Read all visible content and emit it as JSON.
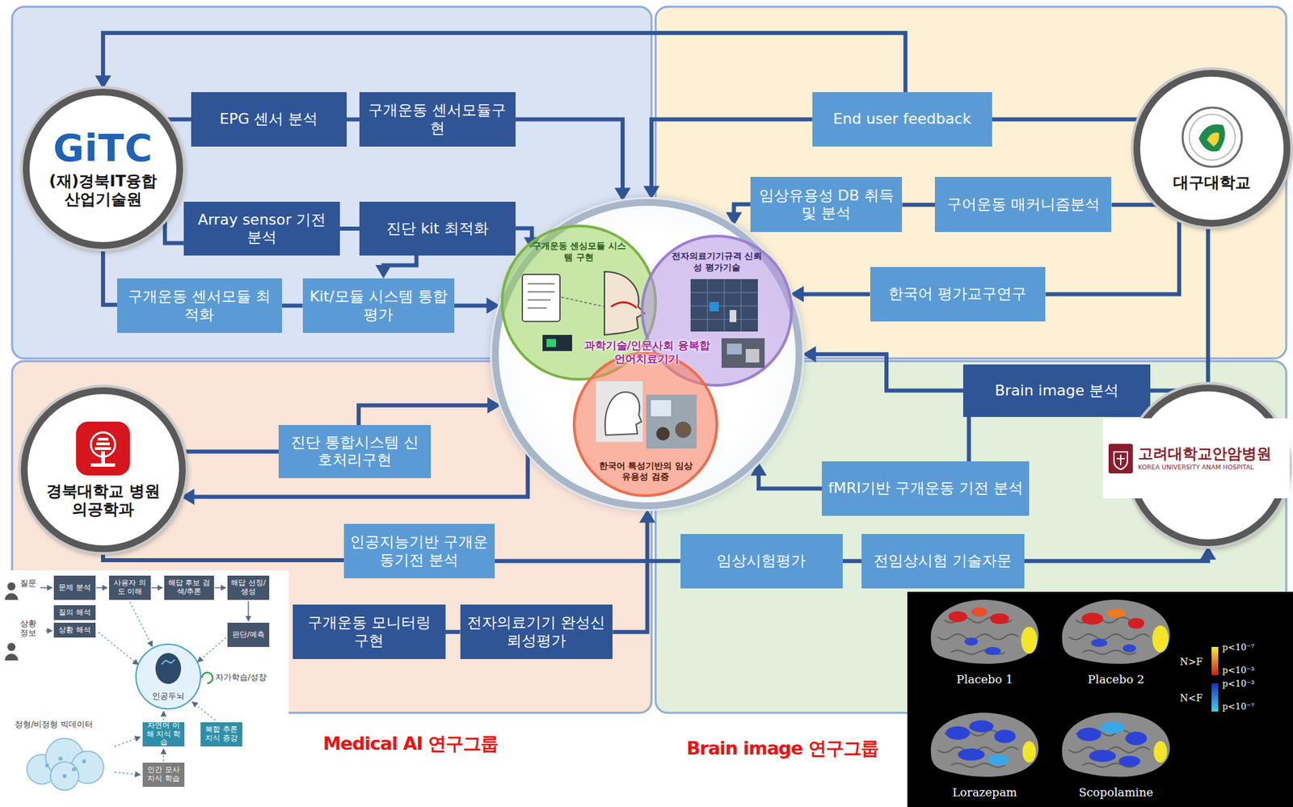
{
  "diagram": {
    "nodes": [
      {
        "text": [
          "GiTC",
          "(재)경북IT융합 산업기술원"
        ]
      },
      {
        "text": [
          "EPG 센서 분석"
        ]
      },
      {
        "text": [
          "구개운동 센서모듈구현"
        ]
      },
      {
        "text": [
          "Array sensor 기전 분석"
        ]
      },
      {
        "text": [
          "진단 kit 최적화"
        ]
      },
      {
        "text": [
          "구개운동 센서모듈 최적화"
        ]
      },
      {
        "text": [
          "Kit/모듈 시스템 통합평가"
        ]
      },
      {
        "text": [
          "End user feedback"
        ]
      },
      {
        "text": [
          "대구대학교"
        ]
      },
      {
        "text": [
          "임상유용성 DB 취득 및 분석"
        ]
      },
      {
        "text": [
          "구어운동 매커니즘분석"
        ]
      },
      {
        "text": [
          "한국어 평가교구연구"
        ]
      },
      {
        "text": [
          "과학기술/인문사회 융복합 언어치료기기"
        ]
      },
      {
        "text": [
          "구개운동 센싱모듈 시스템 구현"
        ],
        "in": 12
      },
      {
        "text": [
          "전자의료기기규격 신뢰성 평가기술"
        ],
        "in": 12
      },
      {
        "text": [
          "한국어 특성기반의 임상 유용성 검증"
        ],
        "in": 12
      },
      {
        "text": [
          "Brain image 분석"
        ]
      },
      {
        "text": [
          "고려대학교안암병원",
          "KOREA UNIVERSITY ANAM HOSPITAL"
        ]
      },
      {
        "text": [
          "경북대학교 병원 의공학과"
        ]
      },
      {
        "text": [
          "진단 통합시스템 신호처리구현"
        ]
      },
      {
        "text": [
          "fMRI기반 구개운동 기전 분석"
        ]
      },
      {
        "text": [
          "인공지능기반 구개운동기전 분석"
        ]
      },
      {
        "text": [
          "임상시험평가"
        ]
      },
      {
        "text": [
          "전임상시험 기술자문"
        ]
      },
      {
        "text": [
          "구개운동 모니터링 구현"
        ]
      },
      {
        "text": [
          "전자의료기기 완성신뢰성평가"
        ]
      }
    ],
    "edges": [
      {
        "from": 0,
        "to": 1,
        "arrow": "none"
      },
      {
        "from": 1,
        "to": 2,
        "arrow": "none"
      },
      {
        "from": 2,
        "to": 12,
        "arrow": "to"
      },
      {
        "from": 0,
        "to": 3,
        "arrow": "none"
      },
      {
        "from": 3,
        "to": 4,
        "arrow": "none"
      },
      {
        "from": 4,
        "to": 12,
        "arrow": "to"
      },
      {
        "from": 4,
        "to": 6,
        "arrow": "to"
      },
      {
        "from": 0,
        "to": 5,
        "arrow": "none"
      },
      {
        "from": 5,
        "to": 6,
        "arrow": "none"
      },
      {
        "from": 6,
        "to": 12,
        "arrow": "to"
      },
      {
        "from": 7,
        "to": 0,
        "arrow": "to"
      },
      {
        "from": 7,
        "to": 12,
        "arrow": "to"
      },
      {
        "from": 8,
        "to": 7,
        "arrow": "none"
      },
      {
        "from": 8,
        "to": 10,
        "arrow": "none"
      },
      {
        "from": 10,
        "to": 9,
        "arrow": "none"
      },
      {
        "from": 9,
        "to": 12,
        "arrow": "to"
      },
      {
        "from": 8,
        "to": 11,
        "arrow": "none"
      },
      {
        "from": 11,
        "to": 12,
        "arrow": "to"
      },
      {
        "from": 8,
        "to": 17,
        "arrow": "none"
      },
      {
        "from": 17,
        "to": 16,
        "arrow": "none"
      },
      {
        "from": 16,
        "to": 12,
        "arrow": "to"
      },
      {
        "from": 16,
        "to": 20,
        "arrow": "none"
      },
      {
        "from": 20,
        "to": 12,
        "arrow": "to"
      },
      {
        "from": 18,
        "to": 19,
        "arrow": "none"
      },
      {
        "from": 19,
        "to": 12,
        "arrow": "to"
      },
      {
        "from": 12,
        "to": 18,
        "arrow": "to"
      },
      {
        "from": 18,
        "to": 21,
        "arrow": "none"
      },
      {
        "from": 21,
        "to": 22,
        "arrow": "none"
      },
      {
        "from": 22,
        "to": 23,
        "arrow": "none"
      },
      {
        "from": 23,
        "to": 17,
        "arrow": "to"
      },
      {
        "from": 24,
        "to": 25,
        "arrow": "none"
      },
      {
        "from": 25,
        "to": 12,
        "arrow": "to"
      }
    ],
    "labels": [
      "Medical AI 연구그룹",
      "Brain image 연구그룹",
      "질문",
      "상황 정보",
      "문제 분석",
      "사용자 의도 이해",
      "해답 후보 검색/추론",
      "해답 선정/생성",
      "질의 해석",
      "상황 해석",
      "판단/예측",
      "인공두뇌",
      "자가학습/성장",
      "정형/비정형 빅데이터",
      "자연어 이해 지식 학습",
      "복합 추론 지식 증강",
      "인간 모사 지식 학습",
      "Placebo 1",
      "Placebo 2",
      "Lorazepam",
      "Scopolamine",
      "N>F",
      "N<F",
      "p<10⁻⁷",
      "p<10⁻³",
      "p<10⁻³",
      "p<10⁻⁷"
    ]
  }
}
